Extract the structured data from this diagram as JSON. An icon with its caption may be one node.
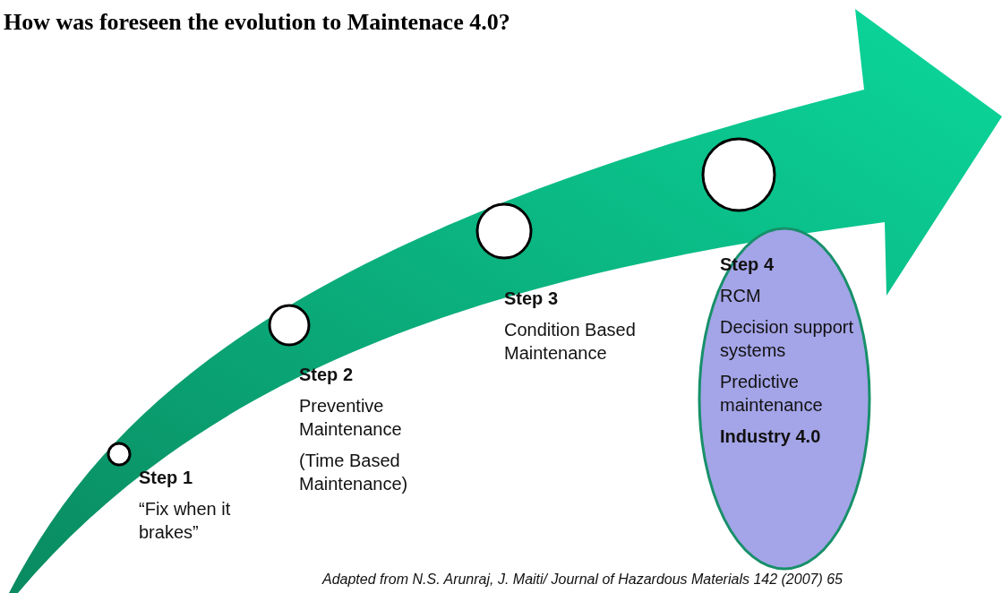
{
  "diagram": {
    "title": "How was foreseen the evolution to Maintenace 4.0?",
    "nodes": [
      {
        "text": [],
        "shape": "circle",
        "beside": [
          "Step 1",
          "“Fix when it brakes”"
        ]
      },
      {
        "text": [],
        "shape": "circle",
        "beside": [
          "Step 2",
          "Preventive Maintenance",
          "(Time Based Maintenance)"
        ]
      },
      {
        "text": [],
        "shape": "circle",
        "beside": [
          "Step 3",
          "Condition Based Maintenance"
        ]
      },
      {
        "text": [],
        "shape": "circle"
      },
      {
        "text": [
          "Step 4",
          "RCM",
          "Decision support systems",
          "Predictive maintenance",
          "Industry 4.0"
        ]
      }
    ],
    "edges": [],
    "caption": "Adapted from N.S. Arunraj, J. Maiti/ Journal of Hazardous Materials 142 (2007) 65"
  }
}
